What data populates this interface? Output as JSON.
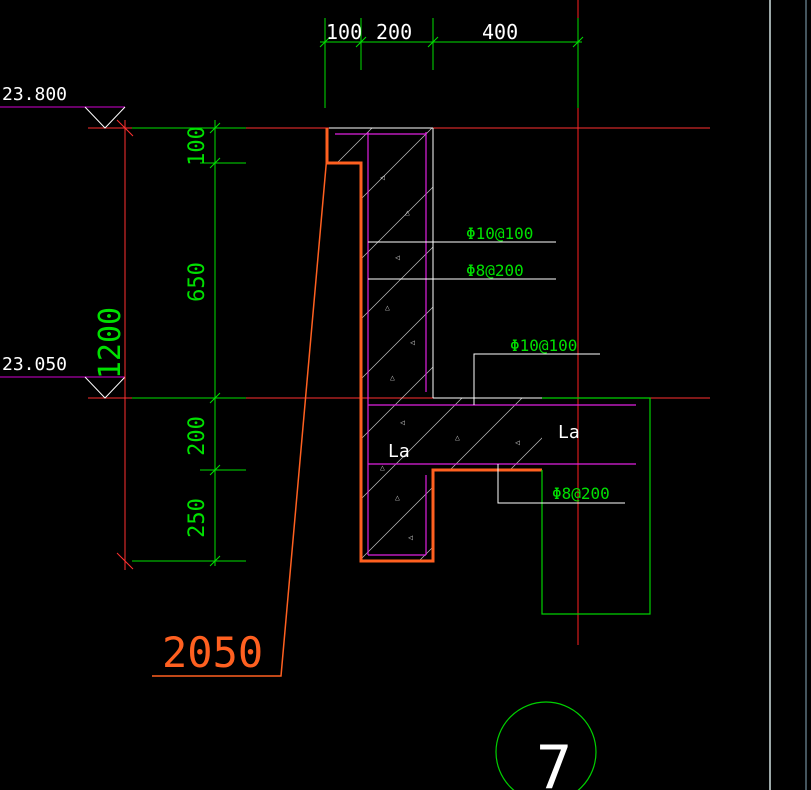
{
  "colors": {
    "background": "#000000",
    "dimension": "#00e000",
    "level": "#d000d0",
    "outline": "#ff6020",
    "hatch": "#ffffff",
    "red": "#ff3030",
    "grid": "#ff2020",
    "white": "#ffffff",
    "wall_line": "#90a0a0"
  },
  "dims_top": {
    "d1": "100",
    "d2": "200",
    "d3": "400"
  },
  "dims_left": {
    "d1": "100",
    "d2": "650",
    "d3": "200",
    "d4": "250",
    "total": "1200"
  },
  "levels": {
    "top": "23.800",
    "mid": "23.050"
  },
  "rebar": {
    "r1": "Φ10@100",
    "r2": "Φ8@200",
    "r3": "Φ10@100",
    "r4": "Φ8@200"
  },
  "labels": {
    "la_left": "La",
    "la_right": "La",
    "leader_dim": "2050",
    "detail_number": "7"
  }
}
